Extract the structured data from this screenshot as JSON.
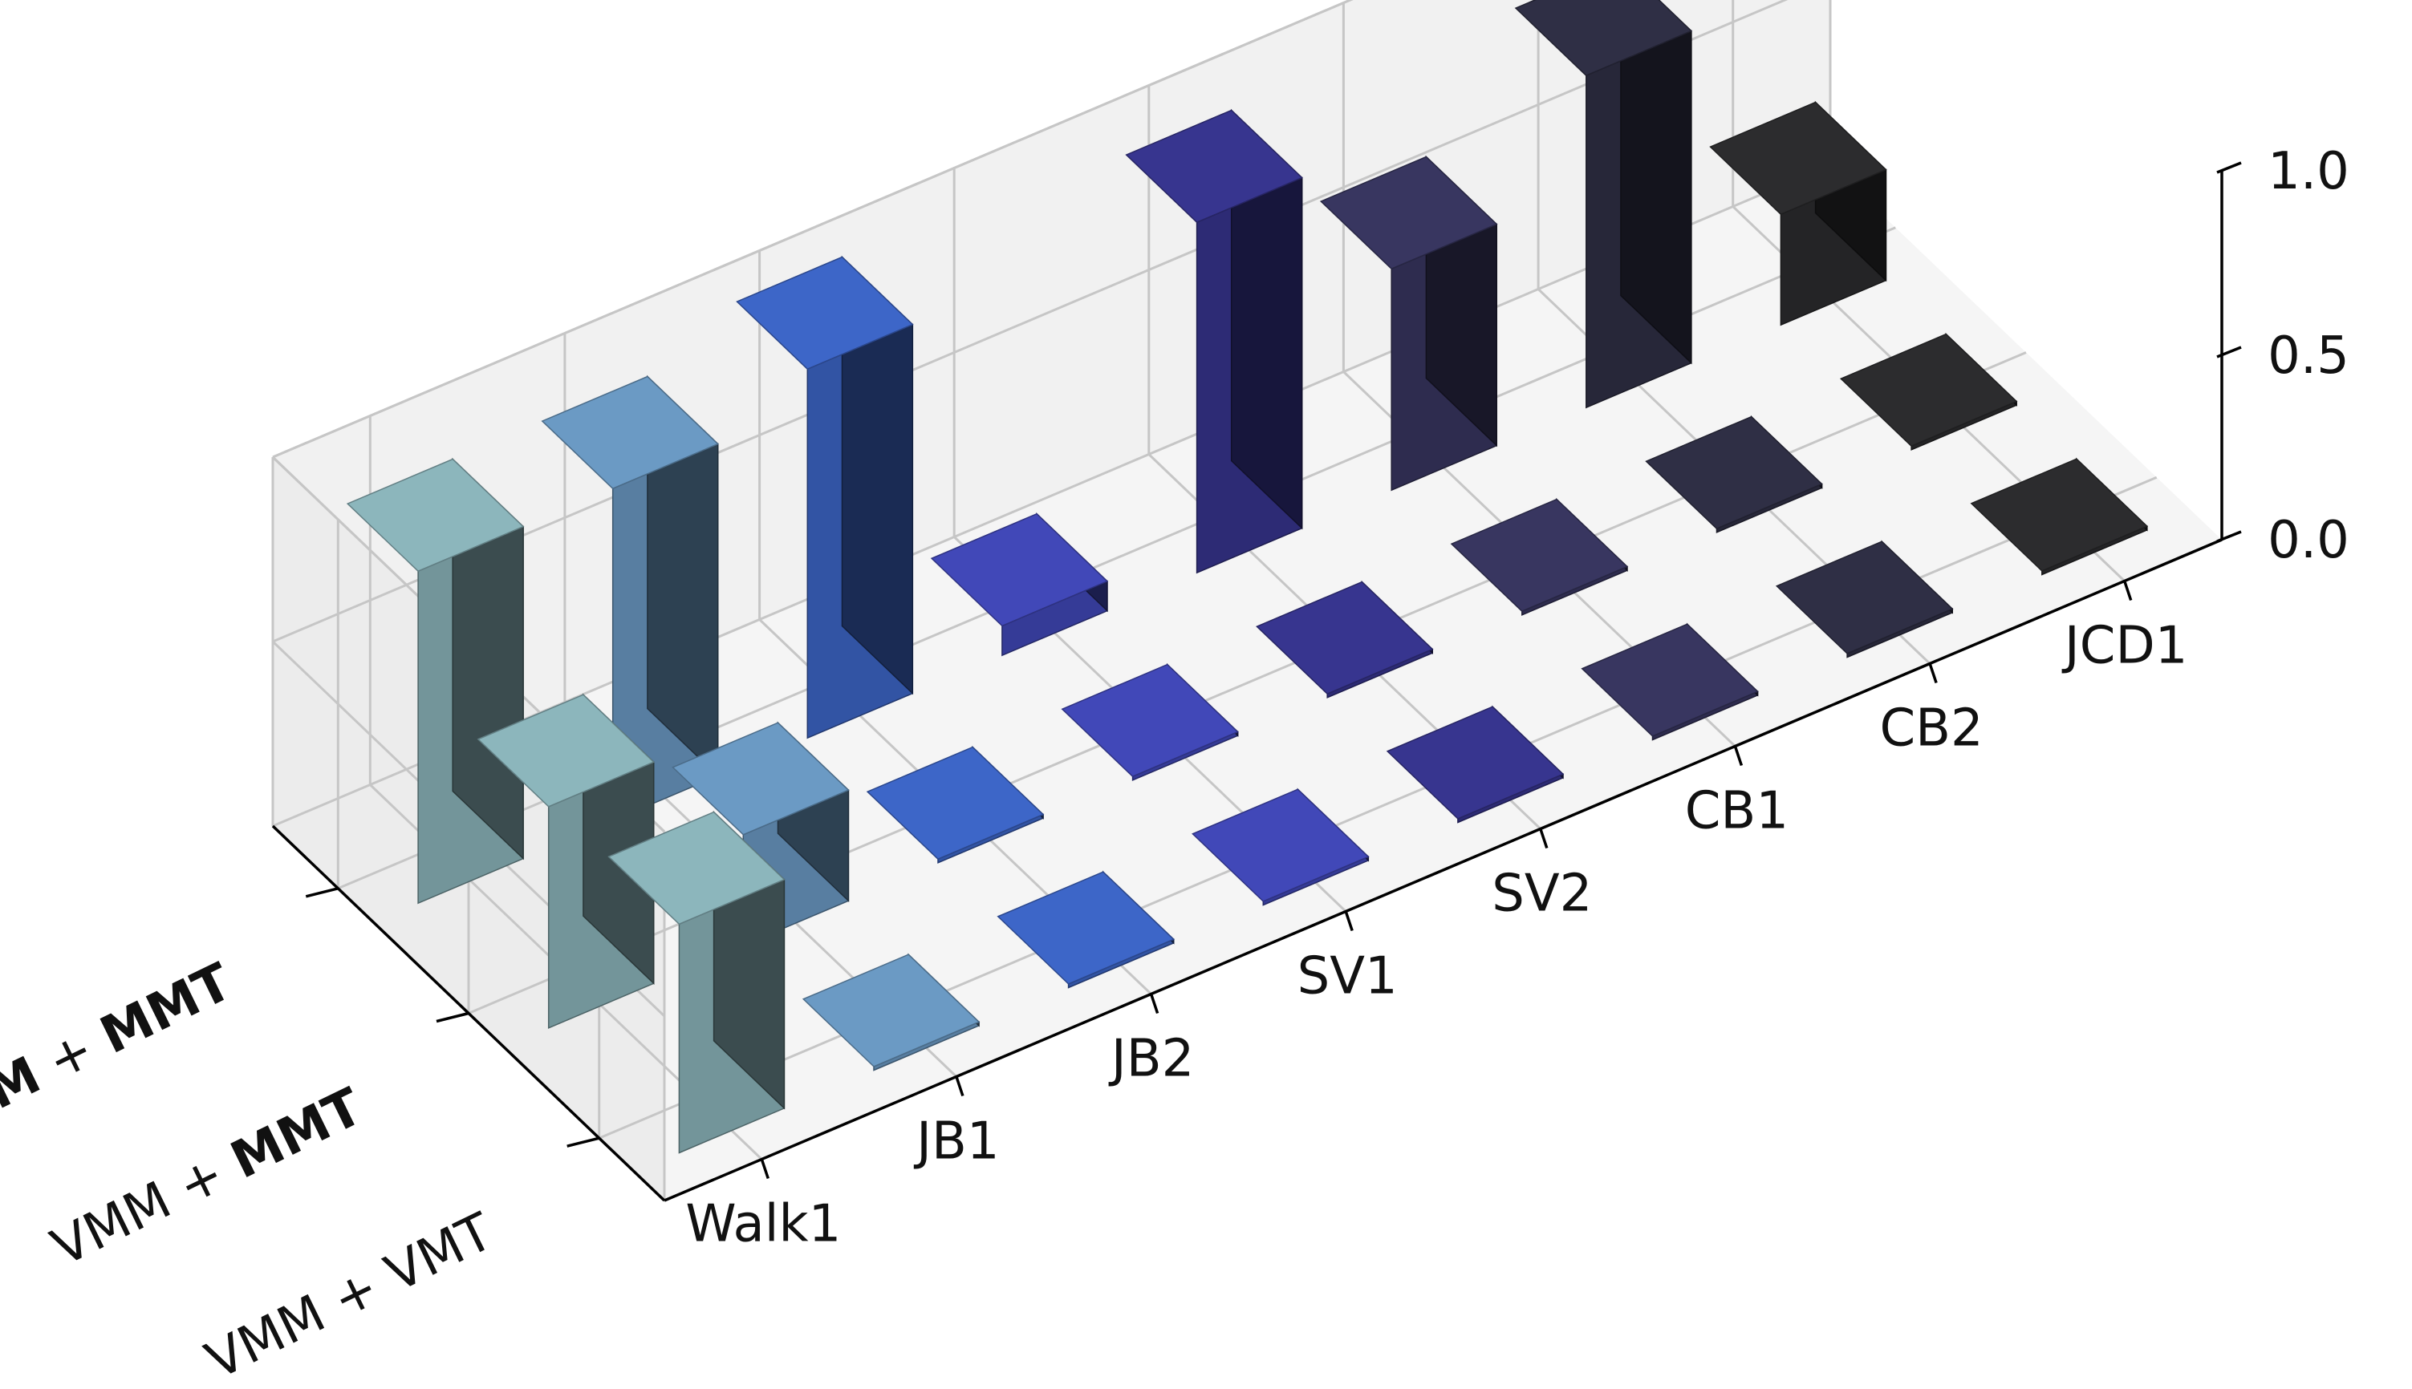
{
  "chart_data": {
    "type": "bar3d",
    "title": "",
    "xlabel": "",
    "ylabel": "",
    "zlabel": "",
    "x_categories": [
      "Walk1",
      "JB1",
      "JB2",
      "SV1",
      "SV2",
      "CB1",
      "CB2",
      "JCD1"
    ],
    "y_categories": [
      {
        "id": "vmm_vmt",
        "parts": [
          {
            "t": "VMM + VMT",
            "bold": false
          }
        ]
      },
      {
        "id": "vmm_mmt",
        "parts": [
          {
            "t": "VMM + ",
            "bold": false
          },
          {
            "t": "MMT",
            "bold": true
          }
        ]
      },
      {
        "id": "mmm_mmt",
        "parts": [
          {
            "t": "MMM",
            "bold": true
          },
          {
            "t": " + ",
            "bold": false
          },
          {
            "t": "MMT",
            "bold": true
          }
        ]
      }
    ],
    "z_ticks": [
      "0.0",
      "0.5",
      "1.0"
    ],
    "zlim": [
      0,
      1
    ],
    "series": [
      {
        "y_index": 0,
        "values": [
          0.62,
          0.01,
          0.01,
          0.01,
          0.01,
          0.01,
          0.01,
          0.01
        ]
      },
      {
        "y_index": 1,
        "values": [
          0.6,
          0.3,
          0.01,
          0.01,
          0.01,
          0.01,
          0.01,
          0.01
        ]
      },
      {
        "y_index": 2,
        "values": [
          0.9,
          0.9,
          1.0,
          0.08,
          0.95,
          0.6,
          0.9,
          0.3
        ]
      }
    ],
    "colors": [
      "#8cb6bc",
      "#6b9ac4",
      "#3d66c8",
      "#4148b8",
      "#37358f",
      "#383660",
      "#2f2f45",
      "#2c2c2e"
    ],
    "grid": true
  }
}
